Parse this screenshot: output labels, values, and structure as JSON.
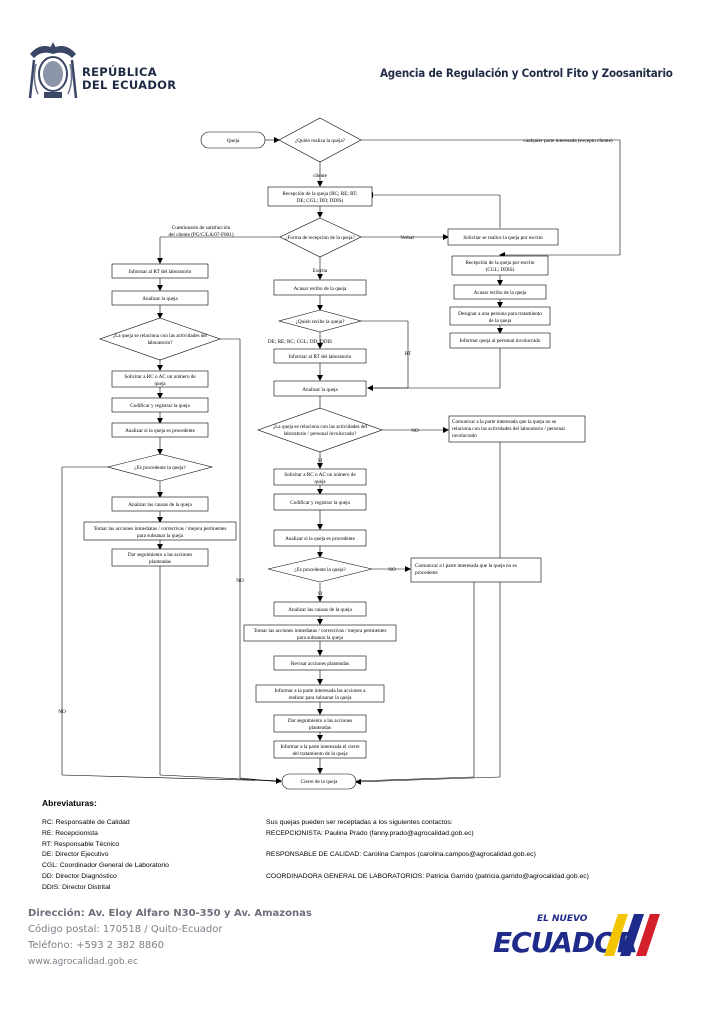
{
  "header": {
    "republica_line1": "REPÚBLICA",
    "republica_line2": "DEL ECUADOR",
    "agency": "Agencia de Regulación y Control Fito y Zoosanitario"
  },
  "flow": {
    "queja": "Queja",
    "quien_realiza": "¿Quién realiza la queja?",
    "cualquier_parte": "cualquier parte interesada (excepto cliente)",
    "cliente": "cliente",
    "recepcion_l1": "Recepción de la queja (RC; RE; RT;",
    "recepcion_l2": "DE; CGL; DD; DDIS)",
    "forma_recepcion": "¿Forma de recepción de la queja?",
    "verbal": "Verbal",
    "solicitar_escrito": "Solicitar se realice la queja por escrito",
    "cuestionario_l1": "Cuestionario de satisfacción",
    "cuestionario_l2": "del cliente (PG/C/LA/07-F001)",
    "informar_rt_lab": "Informar al RT del laboratorio",
    "escrita": "Escrita",
    "recepcion_escrito_l1": "Recepción de la queja por escrito",
    "recepcion_escrito_l2": "(CGL; DDIS)",
    "analizar_queja": "Analizar la queja",
    "acusar_recibo": "Acusar recibo de la queja",
    "acusar_recibo_r": "Acusar recibo de la queja",
    "relaciona_left_l1": "¿La queja se relaciona con las actividades del",
    "relaciona_left_l2": "laboratorio?",
    "quien_recibe": "¿Quién recibe la queja?",
    "designar_l1": "Designar a una persona para tratamiento",
    "designar_l2": "de la queja",
    "informar_personal": "Informar queja al personal involucrado",
    "roles_list": "DE; RE; RC; CGL; DD; DDIS",
    "informar_rt_mid": "Informar al RT del laboratorio",
    "rt": "RT",
    "solicitar_rc_l1": "Solicitar a RC o AC un número de",
    "solicitar_rc_l2": "queja",
    "analizar_queja_mid": "Analizar la queja",
    "codificar": "Codificar y registrar la queja",
    "relaciona_mid_l1": "¿La queja se relaciona con las actividades del",
    "relaciona_mid_l2": "laboratorio / personal involucrado?",
    "no1": "NO",
    "comunicar_l1": "Comunicar a la parte interesada que la queja no se",
    "comunicar_l2": "relaciona con las actividades del laboratorio / personal",
    "comunicar_l3": "involucrado",
    "analizar_procedente": "Analizar si la queja es procedente",
    "procedente_left": "¿Es procedente la queja?",
    "si1": "SI",
    "solicitar_rc_mid_l1": "Solicitar a RC o AC un número de",
    "solicitar_rc_mid_l2": "queja",
    "analizar_causas": "Analizar las causas de la queja",
    "codificar_mid": "Codificar y registrar la queja",
    "tomar_acciones_l1": "Tomar las acciones inmediatas / correctivas / mejora pertinentes",
    "tomar_acciones_l2": "para subsanar la queja",
    "analizar_procedente_mid": "Analizar si la queja es procedente",
    "dar_seguimiento_l1": "Dar seguimiento a las acciones",
    "dar_seguimiento_l2": "planteadas",
    "procedente_mid": "¿Es procedente la queja?",
    "no2": "NO",
    "comunicar2_l1": "Comunicar a l parte interesada que la queja no es",
    "comunicar2_l2": "procedente",
    "no_left_mid": "NO",
    "si2": "SI",
    "analizar_causas_mid": "Analizar las causas de la queja",
    "tomar_acciones_mid_l1": "Tomar las acciones inmediatas / correctivas / mejora pertinentes",
    "tomar_acciones_mid_l2": "para subsanar la queja",
    "revisar_acciones": "Revisar acciones planteadas",
    "informar_parte_l1": "Informar a la parte interesada las acciones a",
    "informar_parte_l2": "realizar para subsanar la queja",
    "no_left_bottom": "NO",
    "dar_seguimiento_mid_l1": "Dar seguimiento a las acciones",
    "dar_seguimiento_mid_l2": "planteadas",
    "informar_cierre_l1": "Informar a la parte interesada el cierre",
    "informar_cierre_l2": "del tratamiento de la queja",
    "cierre": "Cierre de la queja"
  },
  "abbreviations": {
    "title": "Abreviaturas:",
    "items": [
      "RC: Responsable de Calidad",
      "RE: Recepcionista",
      "RT: Responsable Técnico",
      "DE: Director Ejecutivo",
      "CGL: Coordinador General de Laboratorio",
      "DD: Director Diagnóstico",
      "DDIS: Director Distrital"
    ]
  },
  "contacts": {
    "intro": "Sus quejas pueden ser receptadas a los siguientes contactos:",
    "recepcionista": "RECEPCIONISTA: Paulina Prado (fanny.prado@agrocalidad.gob.ec)",
    "calidad": "RESPONSABLE DE CALIDAD: Carolina Campos (carolina.campos@agrocalidad.gob.ec)",
    "coordinadora": "COORDINADORA GENERAL DE LABORATORIOS: Patricia Garrido (patricia.garrido@agrocalidad.gob.ec)"
  },
  "footer": {
    "direccion": "Dirección: Av. Eloy Alfaro N30-350 y Av. Amazonas",
    "codigo": "Código postal: 170518 / Quito-Ecuador",
    "telefono": "Teléfono: +593 2 382 8860",
    "web": "www.agrocalidad.gob.ec"
  },
  "brand": {
    "el_nuevo": "EL NUEVO",
    "ecuador": "ECUADOR",
    "navy": "#1f2b44",
    "blue": "#1f2b8a",
    "yellow": "#f2c500",
    "red": "#d4202a"
  }
}
